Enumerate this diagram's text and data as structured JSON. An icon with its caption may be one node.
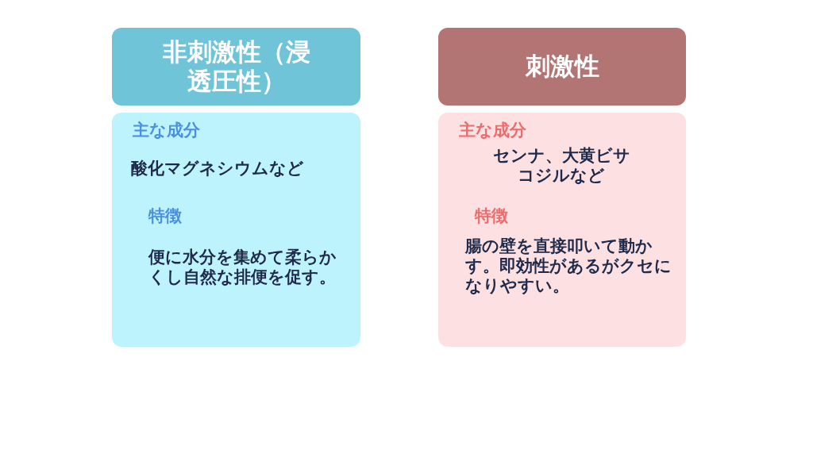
{
  "diagram": {
    "nodes": [
      {
        "text": [
          "非刺激性（浸透圧性）"
        ]
      },
      {
        "text": [
          "主な成分",
          "酸化マグネシウムなど",
          "特徴",
          "便に水分を集めて柔らかくし自然な排便を促す。"
        ]
      },
      {
        "text": [
          "刺激性"
        ]
      },
      {
        "text": [
          "主な成分",
          "センナ、大黄ビサコジルなど",
          "特徴",
          "腸の壁を直接叩いて動かす。即効性があるがクセになりやすい。"
        ]
      }
    ]
  }
}
